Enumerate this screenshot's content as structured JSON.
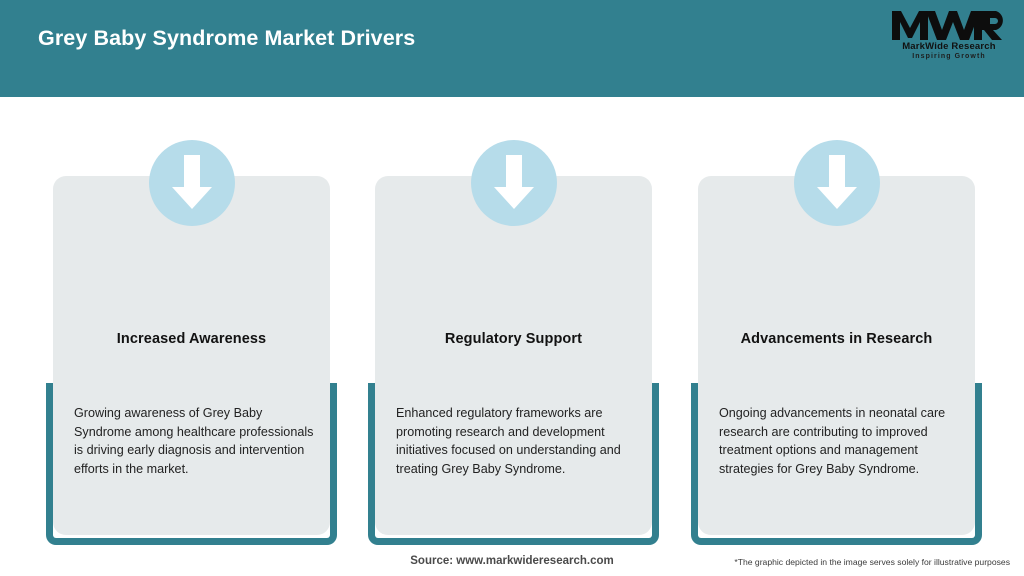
{
  "header": {
    "title": "Grey Baby Syndrome Market Drivers",
    "bg_color": "#32808f",
    "title_color": "#ffffff"
  },
  "logo": {
    "mark": "MWR",
    "name": "MarkWide Research",
    "tagline": "Inspiring Growth"
  },
  "cards": [
    {
      "icon": "arrow-down-icon",
      "title": "Increased Awareness",
      "body": "Growing awareness of Grey Baby Syndrome among healthcare professionals is driving early diagnosis and intervention efforts in the market."
    },
    {
      "icon": "arrow-down-icon",
      "title": "Regulatory Support",
      "body": "Enhanced regulatory frameworks are promoting research and development initiatives focused on understanding and treating Grey Baby Syndrome."
    },
    {
      "icon": "arrow-down-icon",
      "title": "Advancements in Research",
      "body": "Ongoing advancements in neonatal care research are contributing to improved treatment options and management strategies for Grey Baby Syndrome."
    }
  ],
  "footer": {
    "source": "Source: www.markwideresearch.com",
    "disclaimer": "*The graphic depicted in the image serves solely for illustrative purposes"
  },
  "colors": {
    "accent_teal": "#32808f",
    "card_bg": "#e6eaeb",
    "icon_circle": "#b6dcea",
    "icon_arrow": "#ffffff"
  }
}
